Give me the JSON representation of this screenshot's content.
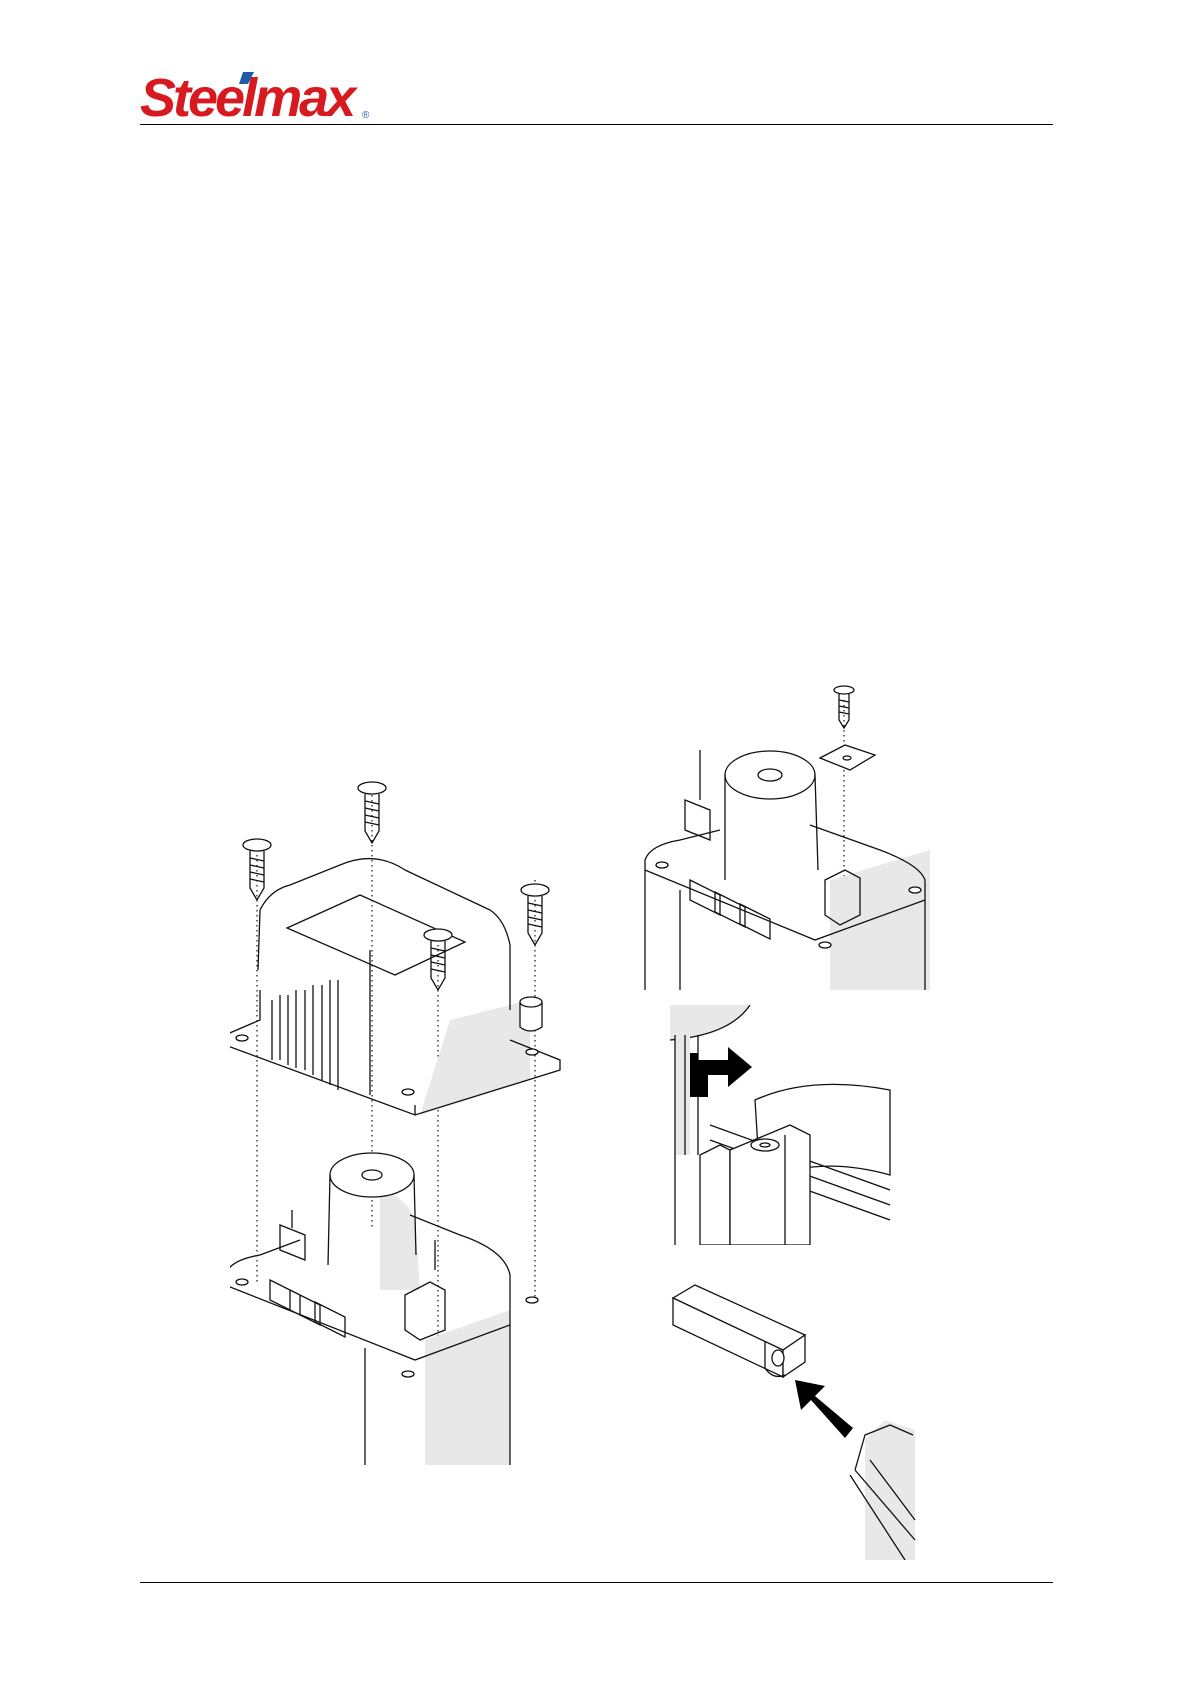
{
  "header": {
    "logo_text": "Steelmax",
    "logo_mark": "®",
    "brand_red": "#d71920",
    "brand_blue": "#1e5aa8"
  },
  "figures": {
    "main_icon": "motor-cover-exploded-illustration",
    "top_right_icon": "brush-holder-clip-illustration",
    "middle_right_icon": "brush-lift-arrow-illustration",
    "bottom_right_icon": "brush-insert-arrow-illustration"
  }
}
